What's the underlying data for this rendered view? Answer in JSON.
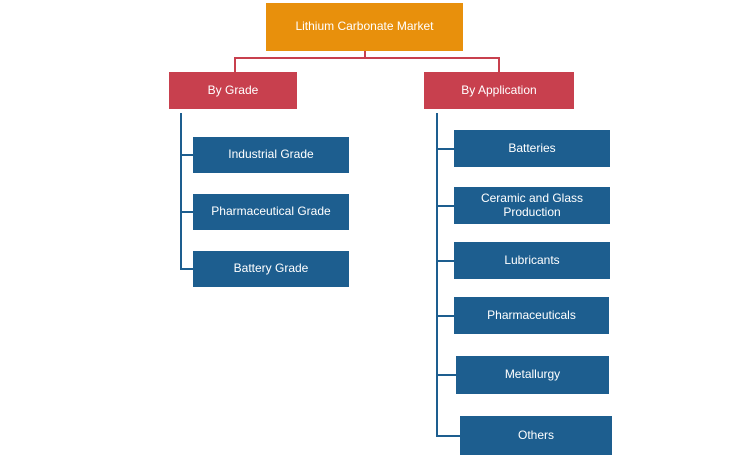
{
  "root": {
    "label": "Lithium Carbonate Market"
  },
  "categories": [
    {
      "label": "By Grade",
      "items": [
        "Industrial Grade",
        "Pharmaceutical Grade",
        "Battery Grade"
      ]
    },
    {
      "label": "By Application",
      "items": [
        "Batteries",
        "Ceramic and Glass Production",
        "Lubricants",
        "Pharmaceuticals",
        "Metallurgy",
        "Others"
      ]
    }
  ],
  "colors": {
    "root": "#e8900c",
    "category": "#c8404e",
    "leaf": "#1d5e8f",
    "connector_top": "#c8404e",
    "connector_branch": "#1d5e8f"
  }
}
